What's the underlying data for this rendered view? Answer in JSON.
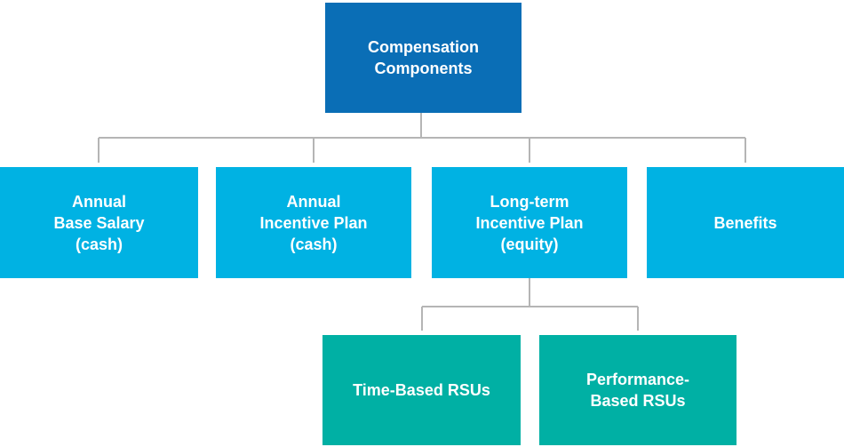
{
  "diagram": {
    "root": {
      "label": "Compensation\nComponents"
    },
    "level2": [
      {
        "label": "Annual\nBase Salary\n(cash)"
      },
      {
        "label": "Annual\nIncentive Plan\n(cash)"
      },
      {
        "label": "Long-term\nIncentive Plan\n(equity)"
      },
      {
        "label": "Benefits"
      }
    ],
    "level3": [
      {
        "label": "Time-Based RSUs"
      },
      {
        "label": "Performance-\nBased RSUs"
      }
    ]
  },
  "colors": {
    "root-bg": "#0a6eb6",
    "level2-bg": "#00b2e3",
    "level3-bg": "#00b0a4",
    "connector": "#b5b5b5",
    "text": "#ffffff"
  }
}
